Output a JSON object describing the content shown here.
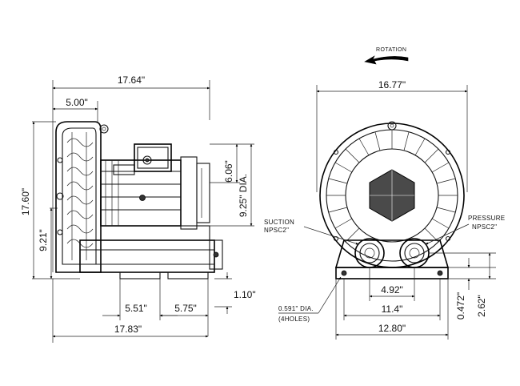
{
  "rotation_label": "ROTATION",
  "side_view": {
    "overall_length": "17.64\"",
    "inlet_offset": "5.00\"",
    "overall_height": "17.60\"",
    "center_height": "9.21\"",
    "motor_height": "6.06\"",
    "motor_diameter": "9.25\" DIA.",
    "foot_offset": "1.10\"",
    "mount_spacing": "5.51\"",
    "mount_to_end": "5.75\"",
    "base_length": "17.83\""
  },
  "front_view": {
    "overall_width": "16.77\"",
    "suction_label_1": "SUCTION",
    "suction_label_2": "NPSC2\"",
    "pressure_label_1": "PRESSURE",
    "pressure_label_2": "NPSC2\"",
    "port_spacing": "4.92\"",
    "hole_spacing": "11.4\"",
    "base_width": "12.80\"",
    "hole_label_1": "0.591\" DIA.",
    "hole_label_2": "(4HOLES)",
    "base_thickness": "0.472\"",
    "port_height": "2.62\""
  }
}
